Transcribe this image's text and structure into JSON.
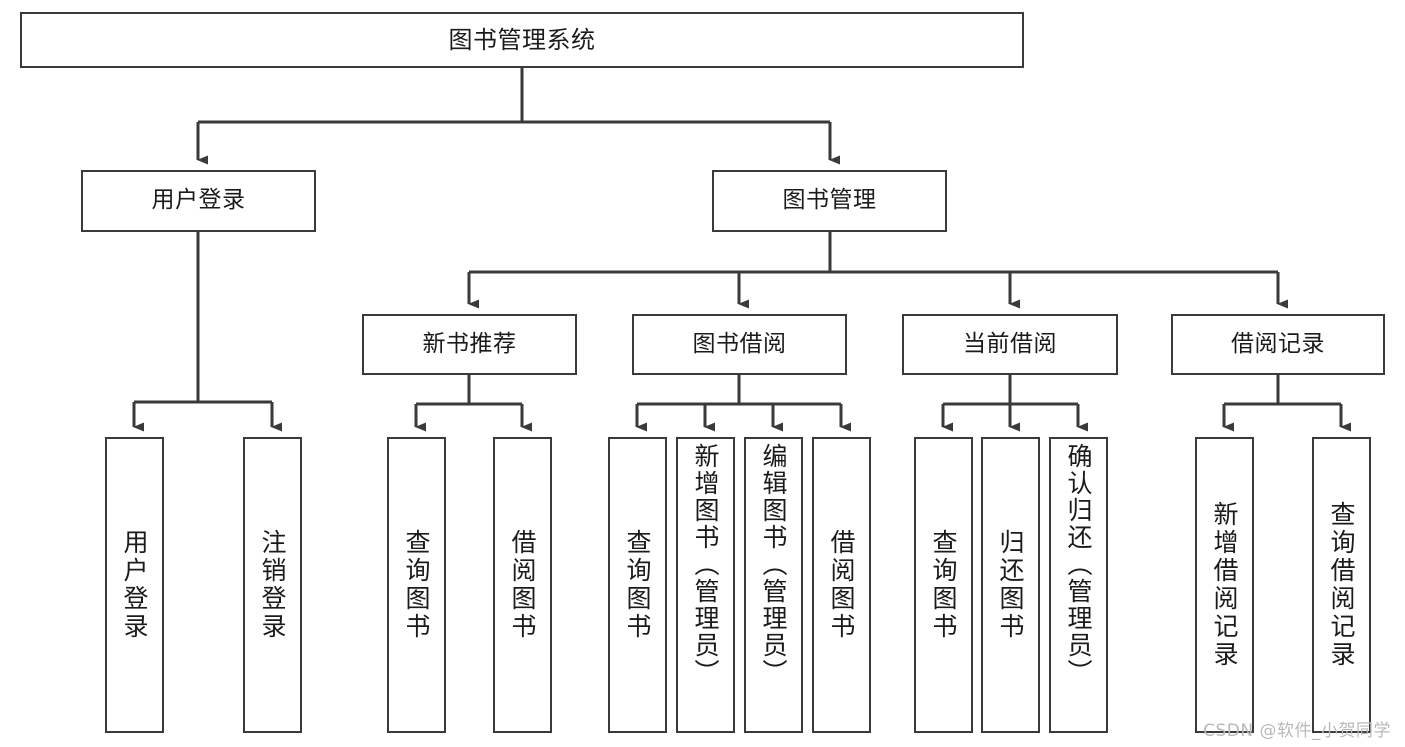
{
  "diagram": {
    "title": "图书管理系统",
    "watermark": "CSDN @软件_小贺同学",
    "colors": {
      "border": "#3a3a3a",
      "background": "#ffffff",
      "text": "#1b1b1b",
      "watermark": "#b9b9b9"
    },
    "nodes": {
      "root": {
        "label": "图书管理系统"
      },
      "level2": [
        {
          "label": "用户登录"
        },
        {
          "label": "图书管理"
        }
      ],
      "level3": [
        {
          "label": "新书推荐"
        },
        {
          "label": "图书借阅"
        },
        {
          "label": "当前借阅"
        },
        {
          "label": "借阅记录"
        }
      ],
      "leaves": {
        "user_login": [
          {
            "label": "用户登录"
          },
          {
            "label": "注销登录"
          }
        ],
        "new_book": [
          {
            "label": "查询图书"
          },
          {
            "label": "借阅图书"
          }
        ],
        "book_borrow": [
          {
            "label": "查询图书"
          },
          {
            "label": "新增图书（管理员）"
          },
          {
            "label": "编辑图书（管理员）"
          },
          {
            "label": "借阅图书"
          }
        ],
        "current_borrow": [
          {
            "label": "查询图书"
          },
          {
            "label": "归还图书"
          },
          {
            "label": "确认归还（管理员）"
          }
        ],
        "borrow_record": [
          {
            "label": "新增借阅记录"
          },
          {
            "label": "查询借阅记录"
          }
        ]
      }
    }
  }
}
